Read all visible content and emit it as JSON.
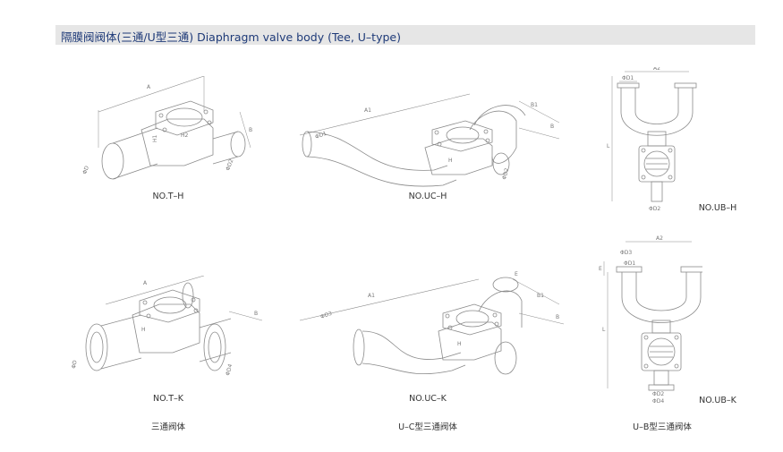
{
  "header": {
    "title": "隔膜阀阀体(三通/U型三通) Diaphragm valve body (Tee, U–type)"
  },
  "diagrams": [
    {
      "label": "NO.T–H",
      "dims": [
        "A",
        "H1",
        "B",
        "ΦD",
        "ΦD2",
        "H2"
      ]
    },
    {
      "label": "NO.UC–H",
      "dims": [
        "A1",
        "B1",
        "B",
        "ΦD1",
        "ΦD2",
        "H"
      ]
    },
    {
      "label": "NO.UB–H",
      "dims": [
        "A2",
        "ΦD1",
        "ΦD2",
        "L"
      ]
    },
    {
      "label": "NO.T–K",
      "dims": [
        "A",
        "B",
        "ΦD",
        "ΦD4",
        "H"
      ]
    },
    {
      "label": "NO.UC–K",
      "dims": [
        "A1",
        "E",
        "B1",
        "B",
        "ΦD3",
        "H"
      ]
    },
    {
      "label": "NO.UB–K",
      "dims": [
        "A2",
        "ΦD3",
        "ΦD1",
        "E",
        "L",
        "ΦD2",
        "ΦD4"
      ]
    }
  ],
  "captions": [
    "三通阀体",
    "U–C型三通阀体",
    "U–B型三通阀体"
  ]
}
